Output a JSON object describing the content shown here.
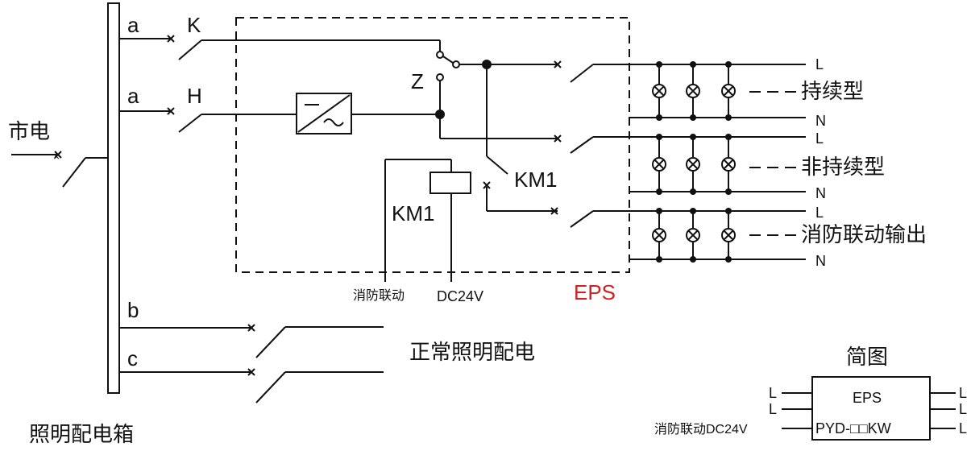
{
  "labels": {
    "mains": "市电",
    "panel": "照明配电箱",
    "branch_a1": "a",
    "branch_a2": "a",
    "branch_b": "b",
    "branch_c": "c",
    "switch_k": "K",
    "switch_h": "H",
    "switch_z": "Z",
    "contactor_contact": "KM1",
    "contactor_coil": "KM1",
    "fire_link": "消防联动",
    "dc24v": "DC24V",
    "eps": "EPS",
    "normal_lighting": "正常照明配电"
  },
  "groups": [
    {
      "l": "L",
      "n": "N",
      "name": "持续型"
    },
    {
      "l": "L",
      "n": "N",
      "name": "非持续型"
    },
    {
      "l": "L",
      "n": "N",
      "name": "消防联动输出"
    }
  ],
  "simple_diagram": {
    "title": "简图",
    "box_top": "EPS",
    "box_bottom": "PYD-□□KW",
    "left_pins": [
      "L",
      "L"
    ],
    "right_pins": [
      "L",
      "L",
      "L"
    ],
    "input_label": "消防联动DC24V"
  },
  "colors": {
    "line": "#111111",
    "eps_label": "#d0201f"
  }
}
